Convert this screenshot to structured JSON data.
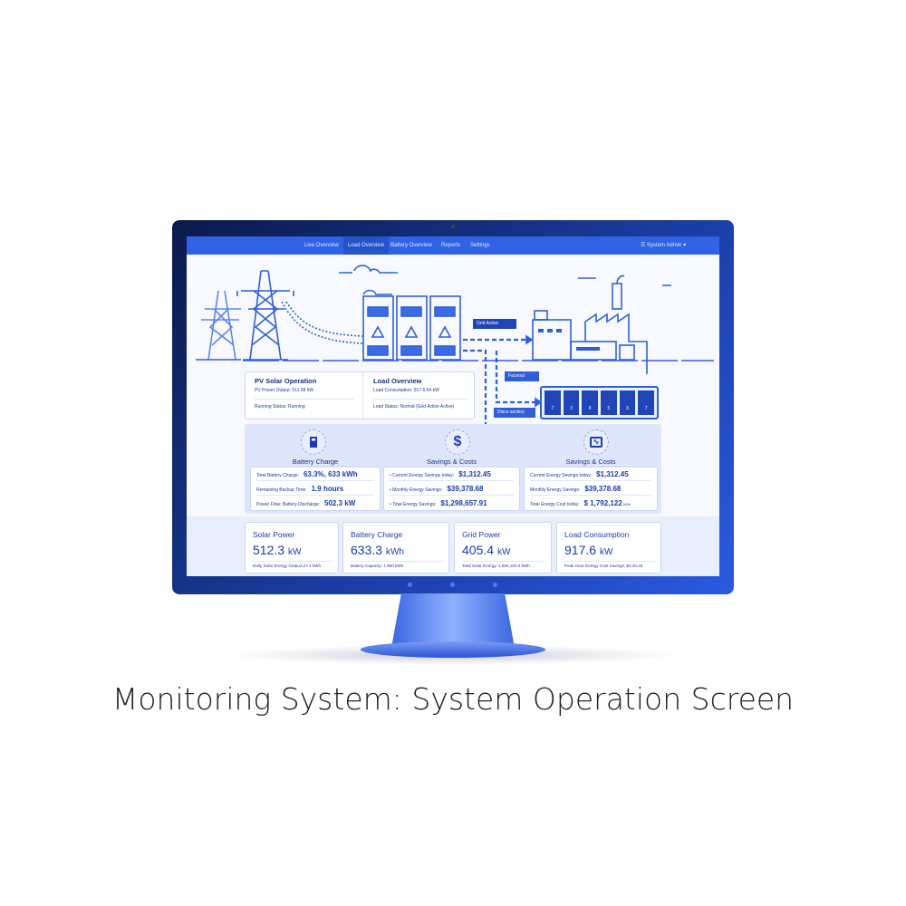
{
  "nav": {
    "items": [
      "Live Overview",
      "Load Overview",
      "Battery Overview",
      "Reports",
      "Settings"
    ],
    "active": "Load Overview",
    "user": "System Admin"
  },
  "diagram": {
    "grid_label": "Grid Active",
    "faceout_label": "Faceout",
    "disconnect_label": "Disco section",
    "battery_cells": [
      "7",
      "3",
      "6",
      "5",
      "X",
      "7"
    ]
  },
  "pv": {
    "title": "PV Solar Operation",
    "output_label": "PV Power Output:",
    "output_value": "511.38 kW",
    "status_label": "Running Status:",
    "status_value": "Running"
  },
  "load": {
    "title": "Load Overview",
    "consumption_label": "Load Consumption:",
    "consumption_value": "917.6.64 kW",
    "status_label": "Load Status:",
    "status_value": "Normal (Grid Active Active)"
  },
  "battery": {
    "title": "Battery Charge",
    "rows": [
      {
        "label": "Total Battery Charge:",
        "value": "63.3%, 633 kWh"
      },
      {
        "label": "Remaining Backup Time:",
        "value": "1.9 hours"
      },
      {
        "label": "Power Flow: Battery Discharge:",
        "value": "502.3 kW"
      }
    ]
  },
  "savings1": {
    "title": "Savings & Costs",
    "icon": "$",
    "rows": [
      {
        "label": "Current Energy Savings today:",
        "value": "$1,312.45"
      },
      {
        "label": "Monthly Energy Savings:",
        "value": "$39,378.68"
      },
      {
        "label": "Total Energy Savings:",
        "value": "$1,298,657.91"
      }
    ]
  },
  "savings2": {
    "title": "Savings & Costs",
    "rows": [
      {
        "label": "Current Energy Savings today:",
        "value": "$1,312.45"
      },
      {
        "label": "Monthly Energy Savings:",
        "value": "$39,378.68"
      },
      {
        "label": "Total Energy Cost today:",
        "value": "$ 1,792,122",
        "unit": "kWh"
      }
    ]
  },
  "kpis": [
    {
      "title": "Solar Power",
      "value": "512.3",
      "unit": "kW",
      "sub": "Daily Solar Energy Outpu2,27.4 kWh"
    },
    {
      "title": "Battery Charge",
      "value": "633.3",
      "unit": "kWh",
      "sub": "Battery Capacity:  1,900 kWh"
    },
    {
      "title": "Grid Power",
      "value": "405.4",
      "unit": "kW",
      "sub": "Total Solar Energy:     1,582,150.3 kWh"
    },
    {
      "title": "Load Consumption",
      "value": "917.6",
      "unit": "kW",
      "sub": "Peak Hour Energy Cost Savings: $3,30,25"
    }
  ],
  "caption": "Monitoring System: System Operation Screen",
  "colors": {
    "accent": "#2f62e4",
    "navy": "#1a2f86",
    "band": "#dde6fa"
  }
}
